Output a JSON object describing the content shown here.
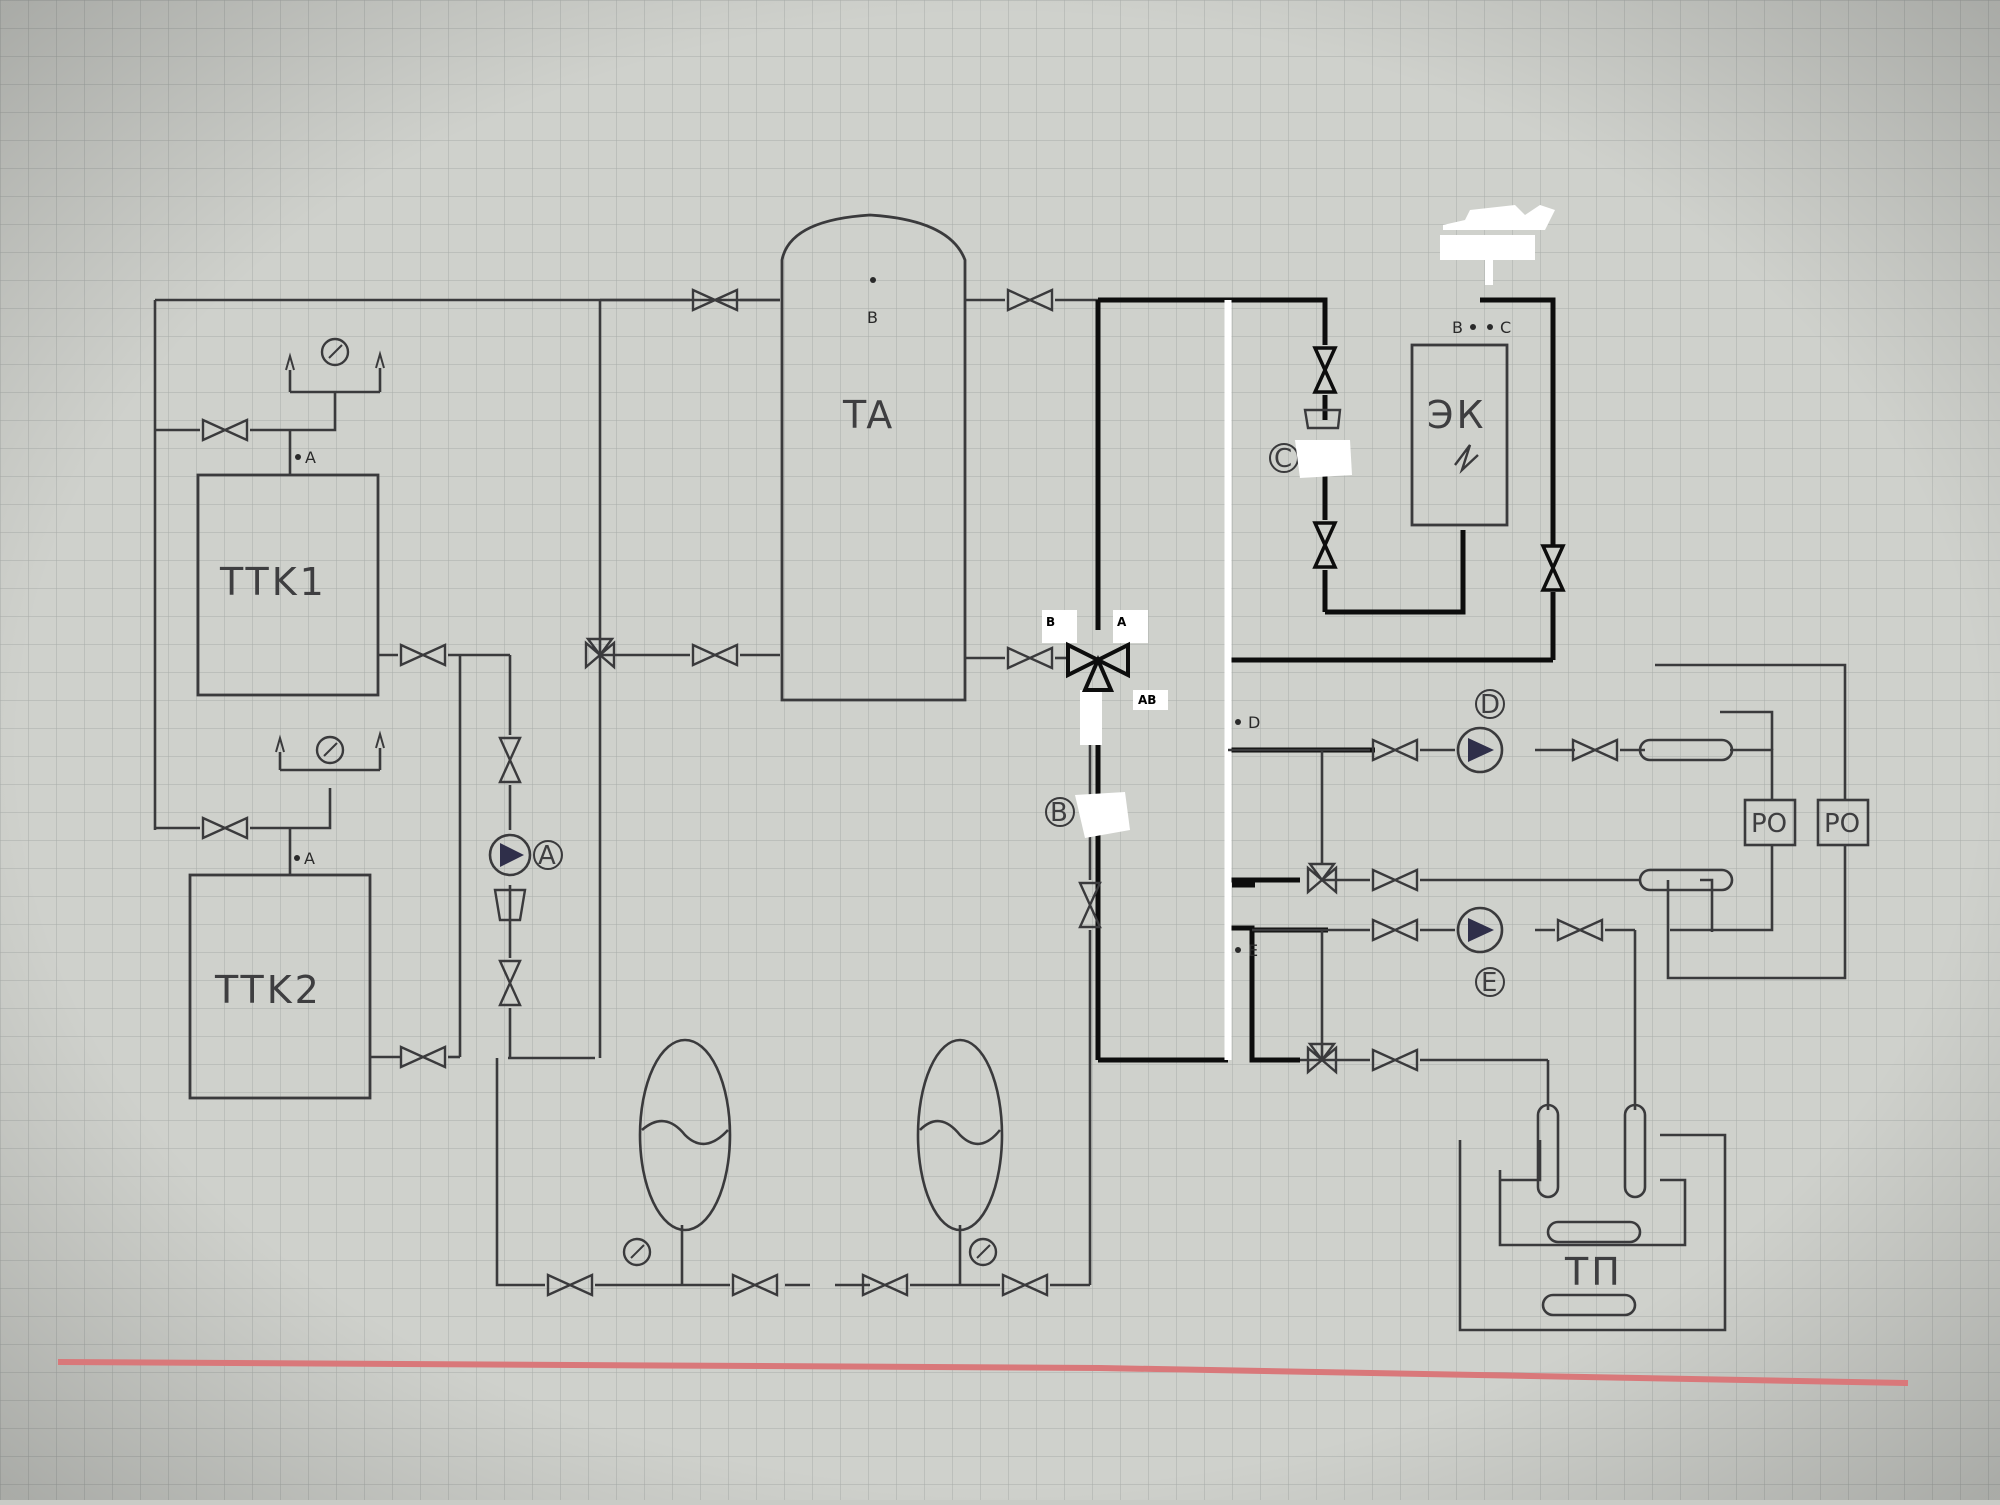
{
  "diagram": {
    "labels": {
      "ttk1": "TTK1",
      "ttk2": "TTK2",
      "ta": "TA",
      "ek": "ЭК",
      "tp": "TП",
      "po1": "PO",
      "po2": "PO",
      "pump_a": "A",
      "pump_d": "D",
      "pump_e": "E",
      "circle_b": "B",
      "circle_c": "C"
    },
    "points": {
      "ttk1_a": "A",
      "ttk2_a": "A",
      "ta_b": "B",
      "ek_b": "B",
      "ek_c": "C",
      "node_d": "D",
      "node_e": "E"
    },
    "valve_ports": {
      "b": "B",
      "a": "A",
      "ab": "AB"
    }
  },
  "colors": {
    "paper": "#c9cbc6",
    "grid": "#a9adaa",
    "pencil": "#3a3a3c",
    "ink": "#0d0d0d",
    "red_margin": "#d9787a",
    "white_mark": "#ffffff"
  }
}
